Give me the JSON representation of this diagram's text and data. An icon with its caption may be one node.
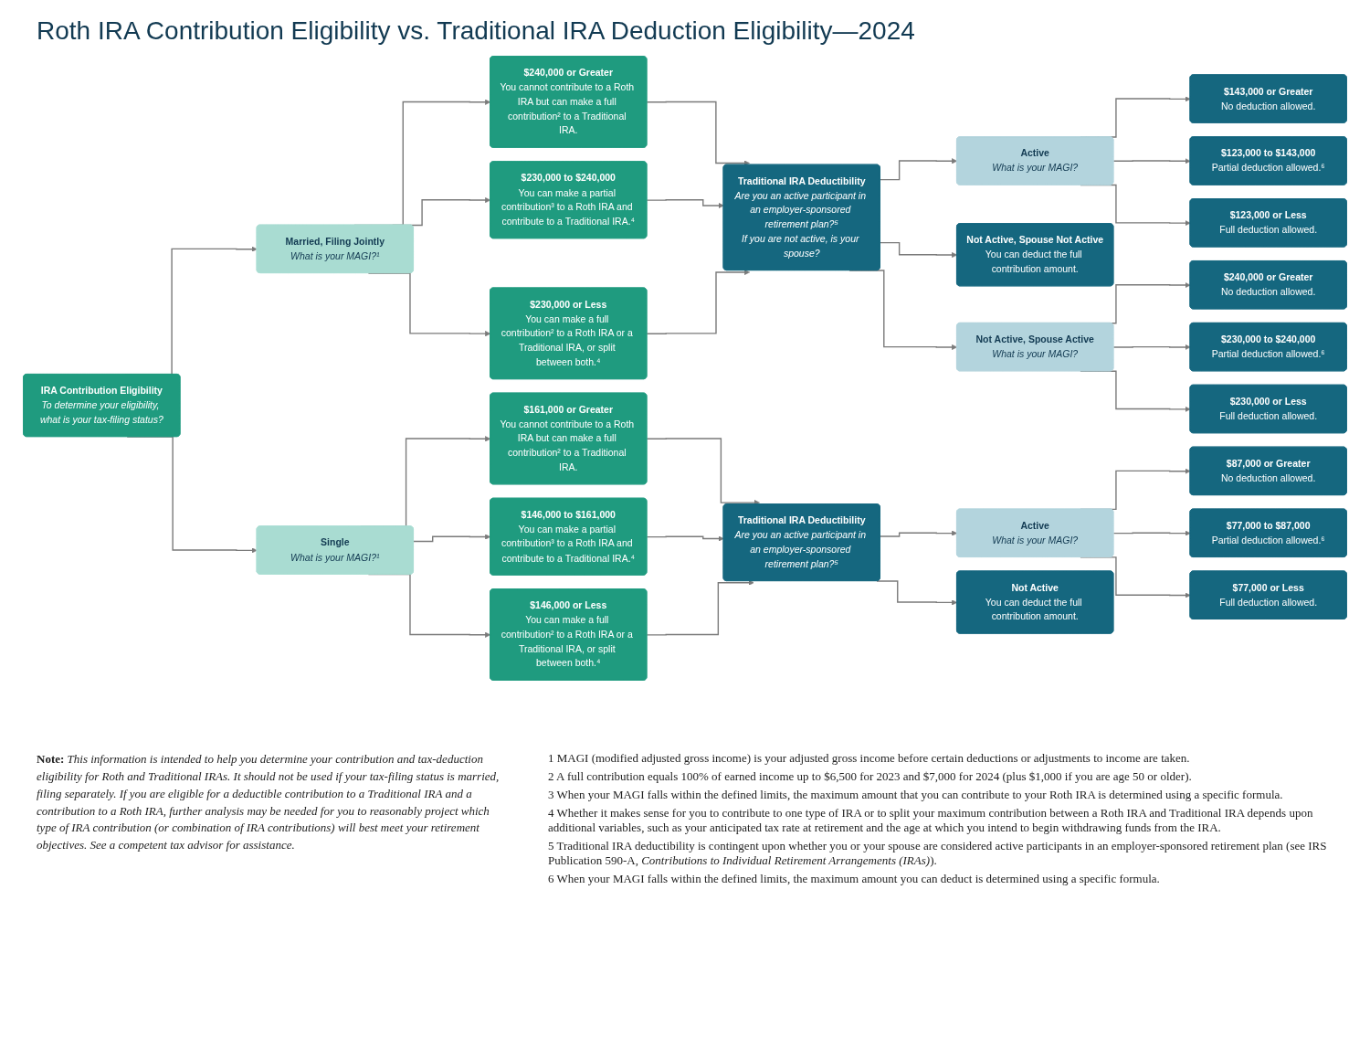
{
  "diagram": {
    "title": "Roth IRA Contribution Eligibility vs. Traditional IRA Deduction Eligibility—2024",
    "nodes": [
      {
        "text": [
          "IRA Contribution Eligibility",
          "To determine your eligibility, what is your tax-filing status?"
        ]
      },
      {
        "text": [
          "Married, Filing Jointly",
          "What is your MAGI?¹"
        ]
      },
      {
        "text": [
          "$240,000 or Greater",
          "You cannot contribute to a Roth IRA but can make a full contribution² to a Traditional IRA."
        ]
      },
      {
        "text": [
          "$230,000 to $240,000",
          "You can make a partial contribution³ to a Roth IRA and contribute to a Traditional IRA.⁴"
        ]
      },
      {
        "text": [
          "$230,000 or Less",
          "You can make a full contribution² to a Roth IRA or a Traditional IRA, or split between both.⁴"
        ]
      },
      {
        "text": [
          "Traditional IRA Deductibility",
          "Are you an active participant in an employer-sponsored retirement plan?⁵",
          "If you are not active, is your spouse?"
        ]
      },
      {
        "text": [
          "Active",
          "What is your MAGI?"
        ]
      },
      {
        "text": [
          "Not Active, Spouse Not Active",
          "You can deduct the full contribution amount."
        ]
      },
      {
        "text": [
          "Not Active, Spouse Active",
          "What is your MAGI?"
        ]
      },
      {
        "text": [
          "$143,000 or Greater",
          "No deduction allowed."
        ]
      },
      {
        "text": [
          "$123,000 to $143,000",
          "Partial deduction allowed.⁶"
        ]
      },
      {
        "text": [
          "$123,000 or Less",
          "Full deduction allowed."
        ]
      },
      {
        "text": [
          "$240,000 or Greater",
          "No deduction allowed."
        ]
      },
      {
        "text": [
          "$230,000 to $240,000",
          "Partial deduction allowed.⁶"
        ]
      },
      {
        "text": [
          "$230,000 or Less",
          "Full deduction allowed."
        ]
      },
      {
        "text": [
          "Single",
          "What is your MAGI?¹"
        ]
      },
      {
        "text": [
          "$161,000 or Greater",
          "You cannot contribute to a Roth IRA but can make a full contribution² to a Traditional IRA."
        ]
      },
      {
        "text": [
          "$146,000 to $161,000",
          "You can make a partial contribution³ to a Roth IRA and contribute to a Traditional IRA.⁴"
        ]
      },
      {
        "text": [
          "$146,000 or Less",
          "You can make a full contribution² to a Roth IRA or a Traditional IRA, or split between both.⁴"
        ]
      },
      {
        "text": [
          "Traditional IRA Deductibility",
          "Are you an active participant in an employer-sponsored retirement plan?⁵"
        ]
      },
      {
        "text": [
          "Active",
          "What is your MAGI?"
        ]
      },
      {
        "text": [
          "Not Active",
          "You can deduct the full contribution amount."
        ]
      },
      {
        "text": [
          "$87,000 or Greater",
          "No deduction allowed."
        ]
      },
      {
        "text": [
          "$77,000 to $87,000",
          "Partial deduction allowed.⁶"
        ]
      },
      {
        "text": [
          "$77,000 or Less",
          "Full deduction allowed."
        ]
      }
    ],
    "edges": [
      {
        "from": 0,
        "to": 1,
        "arrow": "to"
      },
      {
        "from": 0,
        "to": 15,
        "arrow": "to"
      },
      {
        "from": 1,
        "to": 2,
        "arrow": "to"
      },
      {
        "from": 1,
        "to": 3,
        "arrow": "to"
      },
      {
        "from": 1,
        "to": 4,
        "arrow": "to"
      },
      {
        "from": 2,
        "to": 5,
        "arrow": "to"
      },
      {
        "from": 3,
        "to": 5,
        "arrow": "to"
      },
      {
        "from": 4,
        "to": 5,
        "arrow": "to"
      },
      {
        "from": 5,
        "to": 6,
        "arrow": "to"
      },
      {
        "from": 5,
        "to": 7,
        "arrow": "to"
      },
      {
        "from": 5,
        "to": 8,
        "arrow": "to"
      },
      {
        "from": 6,
        "to": 9,
        "arrow": "to"
      },
      {
        "from": 6,
        "to": 10,
        "arrow": "to"
      },
      {
        "from": 6,
        "to": 11,
        "arrow": "to"
      },
      {
        "from": 8,
        "to": 12,
        "arrow": "to"
      },
      {
        "from": 8,
        "to": 13,
        "arrow": "to"
      },
      {
        "from": 8,
        "to": 14,
        "arrow": "to"
      },
      {
        "from": 15,
        "to": 16,
        "arrow": "to"
      },
      {
        "from": 15,
        "to": 17,
        "arrow": "to"
      },
      {
        "from": 15,
        "to": 18,
        "arrow": "to"
      },
      {
        "from": 16,
        "to": 19,
        "arrow": "to"
      },
      {
        "from": 17,
        "to": 19,
        "arrow": "to"
      },
      {
        "from": 18,
        "to": 19,
        "arrow": "to"
      },
      {
        "from": 19,
        "to": 20,
        "arrow": "to"
      },
      {
        "from": 19,
        "to": 21,
        "arrow": "to"
      },
      {
        "from": 20,
        "to": 22,
        "arrow": "to"
      },
      {
        "from": 20,
        "to": 23,
        "arrow": "to"
      },
      {
        "from": 20,
        "to": 24,
        "arrow": "to"
      }
    ],
    "labels": [
      "**Note:** *This information is intended to help you determine your contribution and tax-deduction eligibility for Roth and Traditional IRAs. It should not be used if your tax-filing status is married, filing separately. If you are eligible for a deductible contribution to a Traditional IRA and a contribution to a Roth IRA, further analysis may be needed for you to reasonably project which type of IRA contribution (or combination of IRA contributions) will best meet your retirement objectives. See a competent tax advisor for assistance.*",
      "1 MAGI (modified adjusted gross income) is your adjusted gross income before certain deductions or adjustments to income are taken.",
      "2 A full contribution equals 100% of earned income up to $6,500 for 2023 and $7,000 for 2024 (plus $1,000 if you are age 50 or older).",
      "3 When your MAGI falls within the defined limits, the maximum amount that you can contribute to your Roth IRA is determined using a specific formula.",
      "4 Whether it makes sense for you to contribute to one type of IRA or to split your maximum contribution between a Roth IRA and Traditional IRA depends upon additional variables, such as your anticipated tax rate at retirement and the age at which you intend to begin withdrawing funds from the IRA.",
      "5 Traditional IRA deductibility is contingent upon whether you or your spouse are considered active participants in an employer-sponsored retirement plan (see IRS Publication 590-A, *Contributions to Individual Retirement Arrangements (IRAs)*).",
      "6 When your MAGI falls within the defined limits, the maximum amount you can deduct is determined using a specific formula."
    ]
  }
}
